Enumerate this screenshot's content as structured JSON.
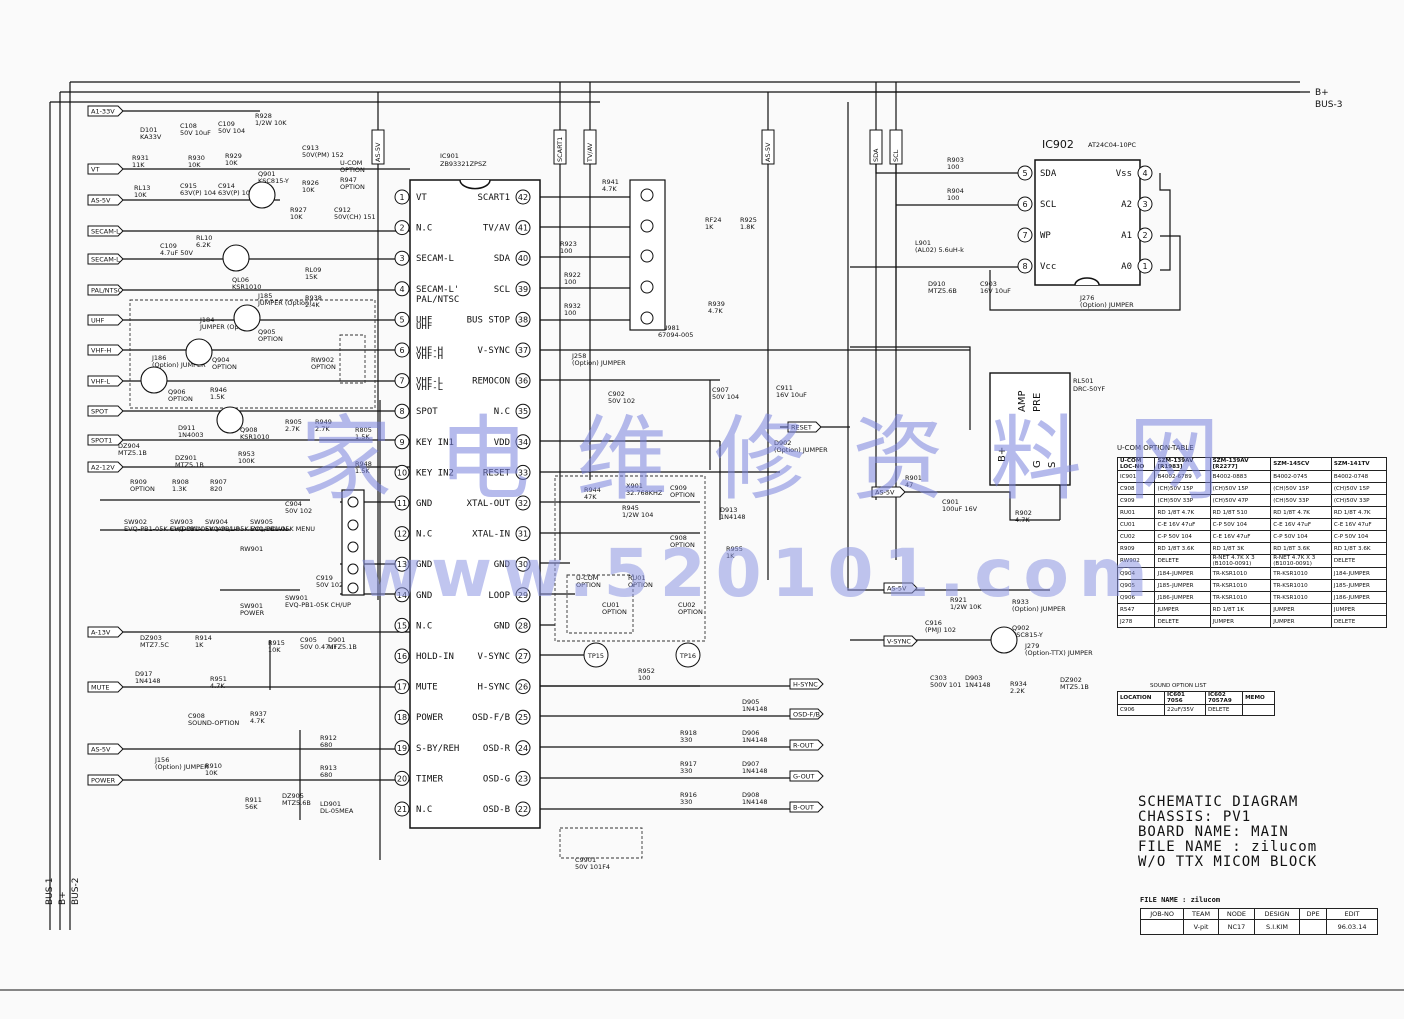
{
  "title_block": {
    "lines": [
      "SCHEMATIC DIAGRAM",
      "CHASSIS: PV1",
      "BOARD NAME: MAIN",
      "FILE NAME : zilucom",
      "W/O TTX MICOM BLOCK"
    ],
    "file_name": "FILE NAME : zilucom",
    "headers": [
      "JOB-NO",
      "TEAM",
      "NODE",
      "DESIGN",
      "DPE",
      "EDIT"
    ],
    "values": [
      "",
      "V-pit",
      "NC17",
      "S.I.KIM",
      "",
      "96.03.14"
    ]
  },
  "bus_labels": {
    "b_plus": "B+",
    "bus3": "BUS-3",
    "bus1": "BUS-1",
    "b_plus_v": "B+",
    "bus2": "BUS-2"
  },
  "ic901": {
    "ref": "IC901",
    "part": "ZB93321ZPSZ",
    "left_pins": [
      {
        "n": "1",
        "name": "VT"
      },
      {
        "n": "2",
        "name": "N.C"
      },
      {
        "n": "3",
        "name": "SECAM-L"
      },
      {
        "n": "4",
        "name": "SECAM-L'"
      },
      {
        "n": "5",
        "name": "UHF"
      },
      {
        "n": "6",
        "name": "VHF-H"
      },
      {
        "n": "7",
        "name": "VHF-L"
      },
      {
        "n": "8",
        "name": "SPOT"
      },
      {
        "n": "9",
        "name": "KEY IN1"
      },
      {
        "n": "10",
        "name": "KEY IN2"
      },
      {
        "n": "11",
        "name": "GND"
      },
      {
        "n": "12",
        "name": "N.C"
      },
      {
        "n": "13",
        "name": "GND"
      },
      {
        "n": "14",
        "name": "GND"
      },
      {
        "n": "15",
        "name": "N.C"
      },
      {
        "n": "16",
        "name": "HOLD-IN"
      },
      {
        "n": "17",
        "name": "MUTE"
      },
      {
        "n": "18",
        "name": "POWER"
      },
      {
        "n": "19",
        "name": "S-BY/REH"
      },
      {
        "n": "20",
        "name": "TIMER"
      },
      {
        "n": "21",
        "name": "N.C"
      }
    ],
    "right_pins": [
      {
        "n": "42",
        "name": "SCART1"
      },
      {
        "n": "41",
        "name": "TV/AV"
      },
      {
        "n": "40",
        "name": "SDA"
      },
      {
        "n": "39",
        "name": "SCL"
      },
      {
        "n": "38",
        "name": "BUS STOP"
      },
      {
        "n": "37",
        "name": "V-SYNC"
      },
      {
        "n": "36",
        "name": "REMOCON"
      },
      {
        "n": "35",
        "name": "N.C"
      },
      {
        "n": "34",
        "name": "VDD"
      },
      {
        "n": "33",
        "name": "RESET"
      },
      {
        "n": "32",
        "name": "XTAL-OUT"
      },
      {
        "n": "31",
        "name": "XTAL-IN"
      },
      {
        "n": "30",
        "name": "GND"
      },
      {
        "n": "29",
        "name": "LOOP"
      },
      {
        "n": "28",
        "name": "GND"
      },
      {
        "n": "27",
        "name": "V-SYNC"
      },
      {
        "n": "26",
        "name": "H-SYNC"
      },
      {
        "n": "25",
        "name": "OSD-F/B"
      },
      {
        "n": "24",
        "name": "OSD-R"
      },
      {
        "n": "23",
        "name": "OSD-G"
      },
      {
        "n": "22",
        "name": "OSD-B"
      }
    ],
    "sub_labels": [
      "UHF",
      "VHF-H",
      "VHF-L",
      "PAL/NTSC"
    ]
  },
  "ic902": {
    "ref": "IC902",
    "part": "AT24C04-10PC",
    "left_pins": [
      {
        "n": "5",
        "name": "SDA"
      },
      {
        "n": "6",
        "name": "SCL"
      },
      {
        "n": "7",
        "name": "WP"
      },
      {
        "n": "8",
        "name": "Vcc"
      }
    ],
    "right_pins": [
      {
        "n": "4",
        "name": "Vss"
      },
      {
        "n": "3",
        "name": "A2"
      },
      {
        "n": "2",
        "name": "A1"
      },
      {
        "n": "1",
        "name": "A0"
      }
    ]
  },
  "ports_left": [
    "A1-33V",
    "VT",
    "AS-5V",
    "SECAM-L",
    "SECAM-L",
    "PAL/NTSC",
    "UHF",
    "VHF-H",
    "VHF-L",
    "SPOT",
    "SPOT1",
    "A2-12V",
    "A-13V",
    "MUTE",
    "AS-5V",
    "POWER"
  ],
  "ports_right": [
    "RESET",
    "AS-5V",
    "AS-5V",
    "V-SYNC",
    "H-SYNC",
    "OSD-F/B",
    "R-OUT",
    "G-OUT",
    "B-OUT"
  ],
  "bus_taps": [
    "AS-5V",
    "SCART1",
    "TV/AV",
    "AS-5V",
    "SDA",
    "SCL"
  ],
  "test_points": [
    "TP15",
    "TP16"
  ],
  "pre_amp": {
    "ref": "RL501",
    "part": "DRC-50YF",
    "labels": [
      "PRE",
      "AMP",
      "B+",
      "G",
      "S"
    ]
  },
  "components": [
    {
      "t": "D101",
      "v": "KA33V"
    },
    {
      "t": "C108",
      "v": "50V 10uF"
    },
    {
      "t": "C109",
      "v": "50V 104"
    },
    {
      "t": "R928",
      "v": "1/2W 10K"
    },
    {
      "t": "R931",
      "v": "11K"
    },
    {
      "t": "R930",
      "v": "10K"
    },
    {
      "t": "R929",
      "v": "10K"
    },
    {
      "t": "Q901",
      "v": "KSC815-Y"
    },
    {
      "t": "C913",
      "v": "50V(PM) 152"
    },
    {
      "t": "R926",
      "v": "10K"
    },
    {
      "t": "C912",
      "v": "50V(CH) 151"
    },
    {
      "t": "R927",
      "v": "10K"
    },
    {
      "t": "U-COM",
      "v": "OPTION"
    },
    {
      "t": "R947",
      "v": "OPTION"
    },
    {
      "t": "RL13",
      "v": "10K"
    },
    {
      "t": "C915",
      "v": "63V(P) 104"
    },
    {
      "t": "C914",
      "v": "63V(P) 104"
    },
    {
      "t": "C109",
      "v": "4.7uF 50V"
    },
    {
      "t": "RL10",
      "v": "6.2K"
    },
    {
      "t": "QL06",
      "v": "KSR1010"
    },
    {
      "t": "RL09",
      "v": "15K"
    },
    {
      "t": "J185",
      "v": "JUMPER (Option)"
    },
    {
      "t": "R938",
      "v": "2.4K"
    },
    {
      "t": "J184",
      "v": "JUMPER (Option)"
    },
    {
      "t": "Q905",
      "v": "OPTION"
    },
    {
      "t": "J186",
      "v": "(Option) JUMPER"
    },
    {
      "t": "Q904",
      "v": "OPTION"
    },
    {
      "t": "RW902",
      "v": "OPTION"
    },
    {
      "t": "Q906",
      "v": "OPTION"
    },
    {
      "t": "R946",
      "v": "1.5K"
    },
    {
      "t": "D911",
      "v": "1N4003"
    },
    {
      "t": "Q908",
      "v": "KSR1010"
    },
    {
      "t": "R905",
      "v": "2.7K"
    },
    {
      "t": "R949",
      "v": "2.7K"
    },
    {
      "t": "DZ904",
      "v": "MTZ5.1B"
    },
    {
      "t": "DZ901",
      "v": "MTZ5.1B"
    },
    {
      "t": "R953",
      "v": "100K"
    },
    {
      "t": "R909",
      "v": "OPTION"
    },
    {
      "t": "R908",
      "v": "1.3K"
    },
    {
      "t": "R907",
      "v": "820"
    },
    {
      "t": "C904",
      "v": "50V 102"
    },
    {
      "t": "R805",
      "v": "1.5K"
    },
    {
      "t": "R948",
      "v": "1.5K"
    },
    {
      "t": "RW901",
      "v": ""
    },
    {
      "t": "SW902",
      "v": "EVQ-PB1-05K CH/DOWN"
    },
    {
      "t": "SW903",
      "v": "EVQ-PB1-05K VOL/UP"
    },
    {
      "t": "SW904",
      "v": "EVQ-PB1-05K VOL/DOWN"
    },
    {
      "t": "SW905",
      "v": "EVQ-PB1-05K MENU"
    },
    {
      "t": "SW901",
      "v": "EVQ-PB1-05K CH/UP"
    },
    {
      "t": "SW901",
      "v": "POWER"
    },
    {
      "t": "C919",
      "v": "50V 102"
    },
    {
      "t": "DZ903",
      "v": "MTZ7.5C"
    },
    {
      "t": "R914",
      "v": "1K"
    },
    {
      "t": "R915",
      "v": "10K"
    },
    {
      "t": "C905",
      "v": "50V 0.47uF"
    },
    {
      "t": "D901",
      "v": "MTZ5.1B"
    },
    {
      "t": "D917",
      "v": "1N4148"
    },
    {
      "t": "R951",
      "v": "4.7K"
    },
    {
      "t": "C908",
      "v": "SOUND-OPTION"
    },
    {
      "t": "R937",
      "v": "4.7K"
    },
    {
      "t": "R912",
      "v": "680"
    },
    {
      "t": "R913",
      "v": "680"
    },
    {
      "t": "J156",
      "v": "(Option) JUMPER"
    },
    {
      "t": "R910",
      "v": "10K"
    },
    {
      "t": "R911",
      "v": "56K"
    },
    {
      "t": "DZ905",
      "v": "MTZ5.6B"
    },
    {
      "t": "LD901",
      "v": "DL-05MEA"
    },
    {
      "t": "R941",
      "v": "4.7K"
    },
    {
      "t": "RF24",
      "v": "1K"
    },
    {
      "t": "R925",
      "v": "1.8K"
    },
    {
      "t": "R923",
      "v": "100"
    },
    {
      "t": "R922",
      "v": "100"
    },
    {
      "t": "R932",
      "v": "100"
    },
    {
      "t": "R939",
      "v": "4.7K"
    },
    {
      "t": "CN981",
      "v": "67094-005"
    },
    {
      "t": "J258",
      "v": "(Option) JUMPER"
    },
    {
      "t": "C902",
      "v": "50V 102"
    },
    {
      "t": "C907",
      "v": "50V 104"
    },
    {
      "t": "C911",
      "v": "16V 10uF"
    },
    {
      "t": "D902",
      "v": "(Option) JUMPER"
    },
    {
      "t": "R944",
      "v": "47K"
    },
    {
      "t": "X901",
      "v": "32.768KHZ"
    },
    {
      "t": "C909",
      "v": "OPTION"
    },
    {
      "t": "R945",
      "v": "1/2W 104"
    },
    {
      "t": "C908",
      "v": "OPTION"
    },
    {
      "t": "D913",
      "v": "1N4148"
    },
    {
      "t": "R955",
      "v": "1K"
    },
    {
      "t": "U-COM",
      "v": "OPTION"
    },
    {
      "t": "RU01",
      "v": "OPTION"
    },
    {
      "t": "CU01",
      "v": "OPTION"
    },
    {
      "t": "CU02",
      "v": "OPTION"
    },
    {
      "t": "R952",
      "v": "100"
    },
    {
      "t": "D905",
      "v": "1N4148"
    },
    {
      "t": "R918",
      "v": "330"
    },
    {
      "t": "D906",
      "v": "1N4148"
    },
    {
      "t": "R917",
      "v": "330"
    },
    {
      "t": "D907",
      "v": "1N4148"
    },
    {
      "t": "R916",
      "v": "330"
    },
    {
      "t": "D908",
      "v": "1N4148"
    },
    {
      "t": "C9901",
      "v": "50V 101F4"
    },
    {
      "t": "R903",
      "v": "100"
    },
    {
      "t": "R904",
      "v": "100"
    },
    {
      "t": "L901",
      "v": "(AL02) 5.6uH-k"
    },
    {
      "t": "C903",
      "v": "16V 10uF"
    },
    {
      "t": "D910",
      "v": "MTZ5.6B"
    },
    {
      "t": "J276",
      "v": "(Option) JUMPER"
    },
    {
      "t": "R901",
      "v": "47"
    },
    {
      "t": "C901",
      "v": "100uF 16V"
    },
    {
      "t": "R902",
      "v": "4.7K"
    },
    {
      "t": "R933",
      "v": "(Option) JUMPER"
    },
    {
      "t": "R921",
      "v": "1/2W 10K"
    },
    {
      "t": "C916",
      "v": "(PMJ) 102"
    },
    {
      "t": "Q902",
      "v": "KSC815-Y"
    },
    {
      "t": "J279",
      "v": "(Option-TTX) JUMPER"
    },
    {
      "t": "C303",
      "v": "500V 101"
    },
    {
      "t": "D903",
      "v": "1N4148"
    },
    {
      "t": "R934",
      "v": "2.2K"
    },
    {
      "t": "DZ902",
      "v": "MTZ5.1B"
    }
  ],
  "ucom_table": {
    "title": "U-COM OPTION-TABLE",
    "header": [
      "U-COM\nLOC-NO",
      "SZM-139AV\n[R1983]",
      "SZM-139AV\n[R2277]",
      "SZM-145CV",
      "SZM-141TV"
    ],
    "rows": [
      [
        "IC901",
        "B4002-6789",
        "B4002-0883",
        "B4002-0745",
        "B4002-0748"
      ],
      [
        "C908",
        "(CH)50V 15P",
        "(CH)50V 15P",
        "(CH)50V 15P",
        "(CH)50V 15P"
      ],
      [
        "C909",
        "(CH)50V 33P",
        "(CH)50V 47P",
        "(CH)50V 33P",
        "(CH)50V 33P"
      ],
      [
        "RU01",
        "RD 1/8T 4.7K",
        "RD 1/8T 510",
        "RD 1/8T 4.7K",
        "RD 1/8T 4.7K"
      ],
      [
        "CU01",
        "C-E 16V 47uF",
        "C-P 50V 104",
        "C-E 16V 47uF",
        "C-E 16V 47uF"
      ],
      [
        "CU02",
        "C-P 50V 104",
        "C-E 16V 47uF",
        "C-P 50V 104",
        "C-P 50V 104"
      ],
      [
        "R909",
        "RD 1/8T 3.6K",
        "RD 1/8T 3K",
        "RD 1/8T 3.6K",
        "RD 1/8T 3.6K"
      ],
      [
        "RW902",
        "DELETE",
        "R-NET 4.7K X 3\n(B1010-0091)",
        "R-NET 4.7K X 3\n(B1010-0091)",
        "DELETE"
      ],
      [
        "Q904",
        "J184-JUMPER",
        "TR-KSR1010",
        "TR-KSR1010",
        "J184-JUMPER"
      ],
      [
        "Q905",
        "J185-JUMPER",
        "TR-KSR1010",
        "TR-KSR1010",
        "J185-JUMPER"
      ],
      [
        "Q906",
        "J186-JUMPER",
        "TR-KSR1010",
        "TR-KSR1010",
        "J186-JUMPER"
      ],
      [
        "R547",
        "JUMPER",
        "RD 1/8T 1K",
        "JUMPER",
        "JUMPER"
      ],
      [
        "J278",
        "DELETE",
        "JUMPER",
        "JUMPER",
        "DELETE"
      ]
    ]
  },
  "sound_table": {
    "title": "SOUND OPTION LIST",
    "header": [
      "LOCATION",
      "IC601\n7056",
      "IC602\n7057A9",
      "MEMO"
    ],
    "rows": [
      [
        "C906",
        "22uF/35V",
        "DELETE",
        ""
      ]
    ]
  },
  "watermark": {
    "cn": "家电维修资料网",
    "url": "www.520101.com"
  }
}
